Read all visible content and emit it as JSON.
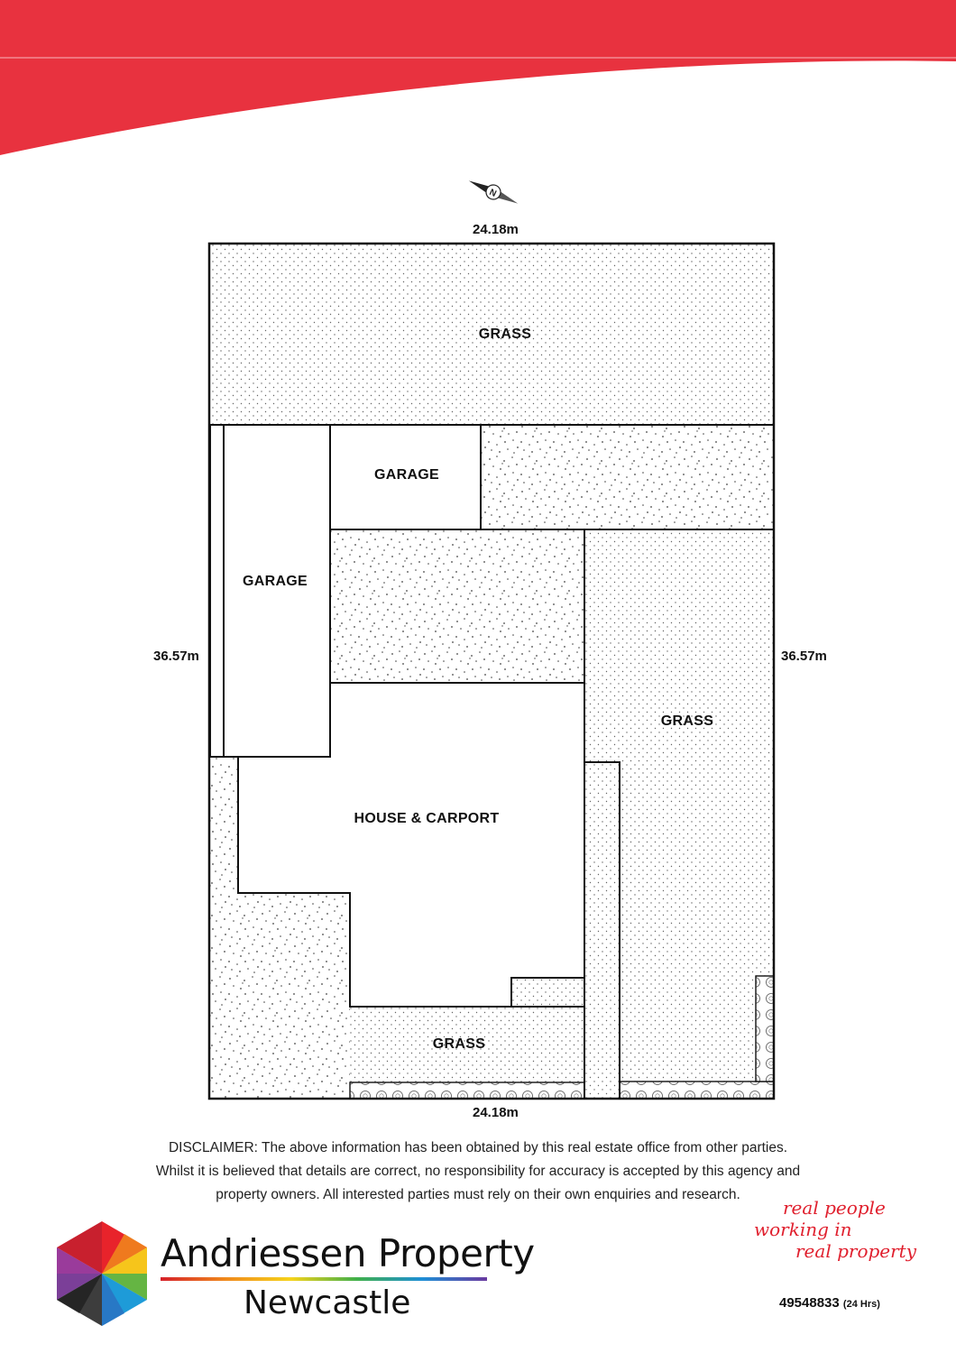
{
  "banner": {
    "color": "#e8323f"
  },
  "compass": {
    "label": "N",
    "icon": "north-arrow-icon"
  },
  "plan": {
    "dimensions": {
      "top": "24.18m",
      "bottom": "24.18m",
      "left": "36.57m",
      "right": "36.57m"
    },
    "areas": {
      "grass_top": "GRASS",
      "garage_small": "GARAGE",
      "garage_long": "GARAGE",
      "house": "HOUSE & CARPORT",
      "grass_right": "GRASS",
      "grass_bottom": "GRASS"
    }
  },
  "disclaimer": {
    "line1": "DISCLAIMER: The above information has been obtained by this real estate office from other parties.",
    "line2": "Whilst it is believed that details are correct, no responsibility for accuracy is accepted by this agency and",
    "line3": "property owners. All interested parties must rely on their own enquiries and research."
  },
  "brand": {
    "name": "Andriessen Property",
    "city": "Newcastle",
    "logo_icon": "hexagon-logo-icon"
  },
  "tagline": {
    "line1": "real people",
    "line2": "working in",
    "line3": "real property",
    "color": "#e0202e"
  },
  "contact": {
    "phone": "49548833",
    "hours": "(24 Hrs)"
  }
}
